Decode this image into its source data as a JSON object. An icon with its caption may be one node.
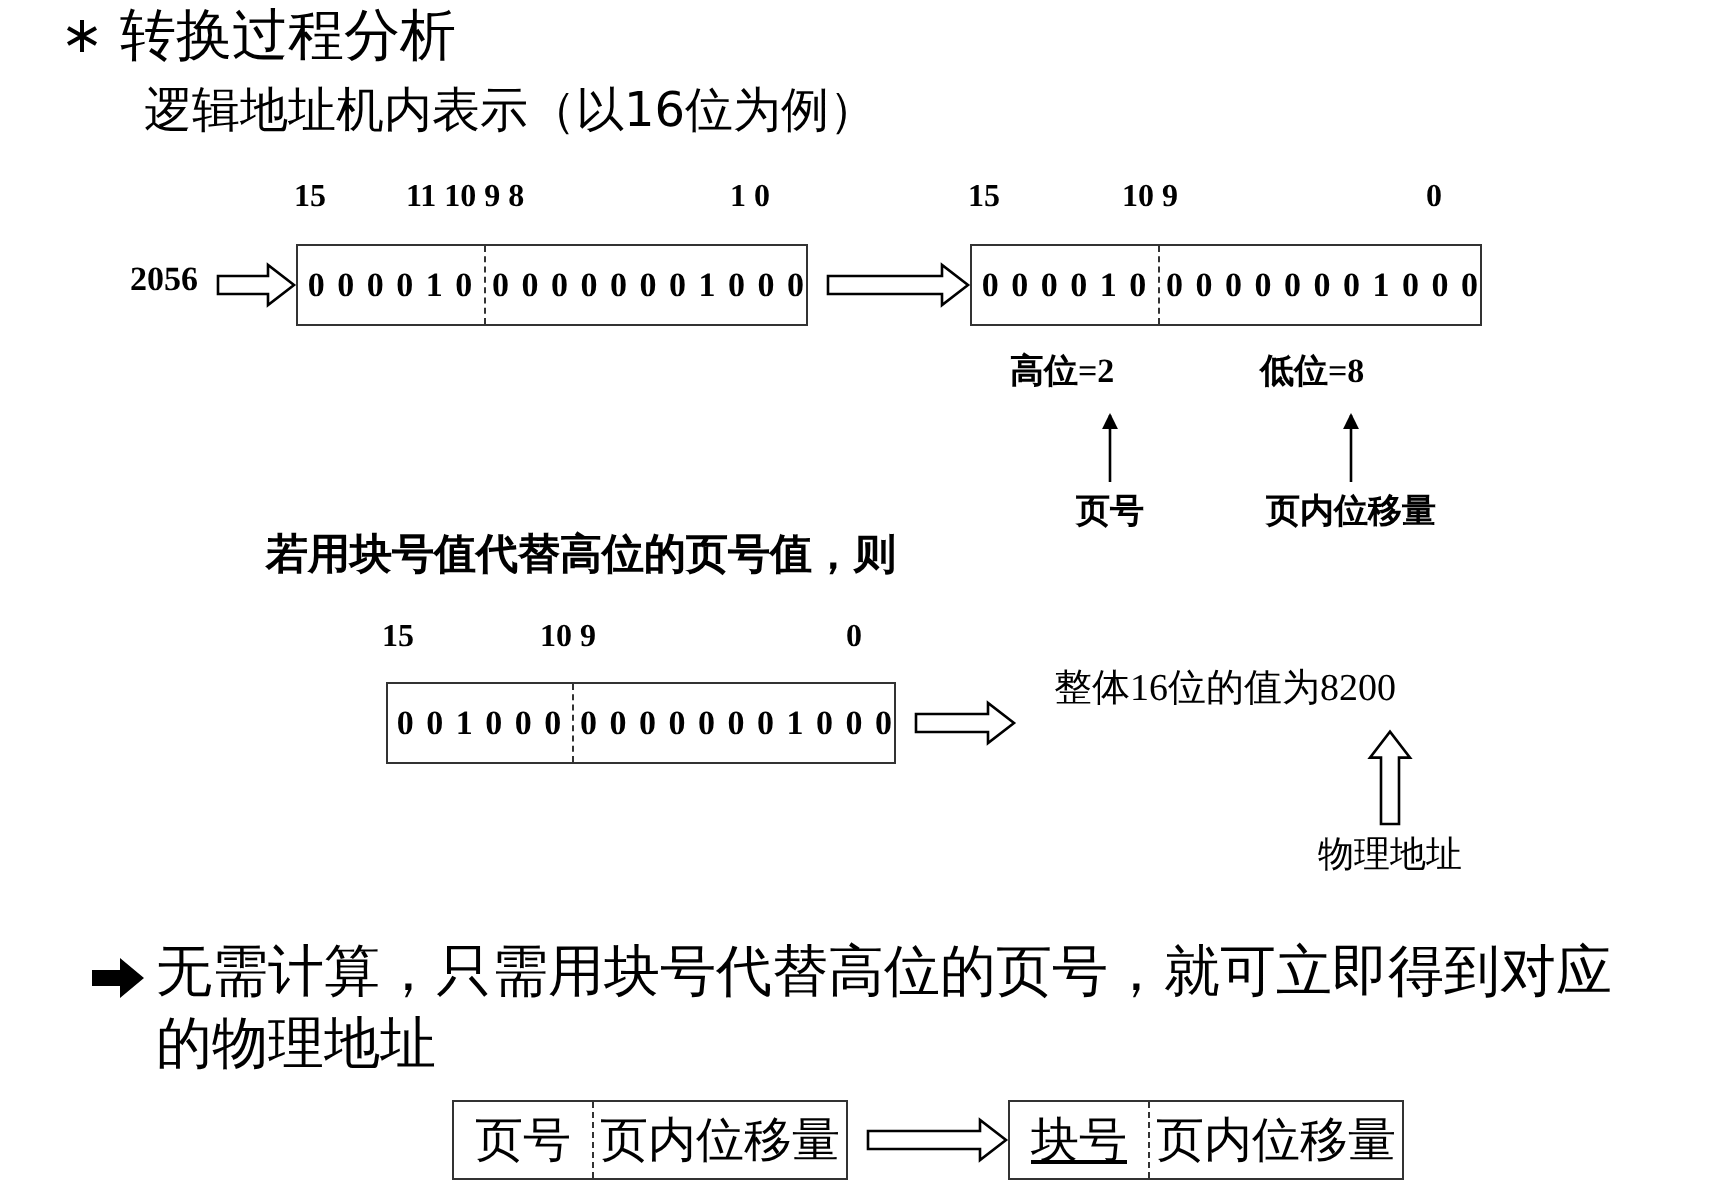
{
  "diagram": {
    "title": "转换过程分析",
    "nodes": [
      {
        "text": [
          "2056"
        ]
      },
      {
        "text": [
          "0 0 0 0 1 0",
          "0 0 0 0 0 0 0 1 0 0 0"
        ]
      },
      {
        "text": [
          "0 0 0 0 1 0",
          "0 0 0 0 0 0 0 1 0 0 0"
        ]
      },
      {
        "text": [
          "高位=2"
        ]
      },
      {
        "text": [
          "低位=8"
        ]
      },
      {
        "text": [
          "页号"
        ]
      },
      {
        "text": [
          "页内位移量"
        ]
      },
      {
        "text": [
          "0 0 1 0 0 0",
          "0 0 0 0 0 0 0 1 0 0 0"
        ]
      },
      {
        "text": [
          "整体16位的值为8200"
        ]
      },
      {
        "text": [
          "物理地址"
        ]
      },
      {
        "text": [
          "页号",
          "页内位移量"
        ]
      },
      {
        "text": [
          "块号",
          "页内位移量"
        ]
      }
    ],
    "edges": [
      {
        "from": 0,
        "to": 1,
        "arrow": "to",
        "style": "thick"
      },
      {
        "from": 1,
        "to": 2,
        "arrow": "to",
        "style": "thick"
      },
      {
        "from": 5,
        "to": 3,
        "arrow": "to"
      },
      {
        "from": 6,
        "to": 4,
        "arrow": "to"
      },
      {
        "from": 7,
        "to": 8,
        "arrow": "to",
        "style": "thick"
      },
      {
        "from": 9,
        "to": 8,
        "arrow": "to",
        "style": "thick"
      },
      {
        "from": 10,
        "to": 11,
        "arrow": "to",
        "style": "thick"
      }
    ],
    "labels": [
      "逻辑地址机内表示（以16位为例）",
      "15",
      "11 10 9 8",
      "1 0",
      "15",
      "10 9",
      "0",
      "若用块号值代替高位的页号值，则",
      "15",
      "10 9",
      "0",
      "无需计算，只需用块号代替高位的页号，就可立即得到对应的物理地址"
    ]
  }
}
